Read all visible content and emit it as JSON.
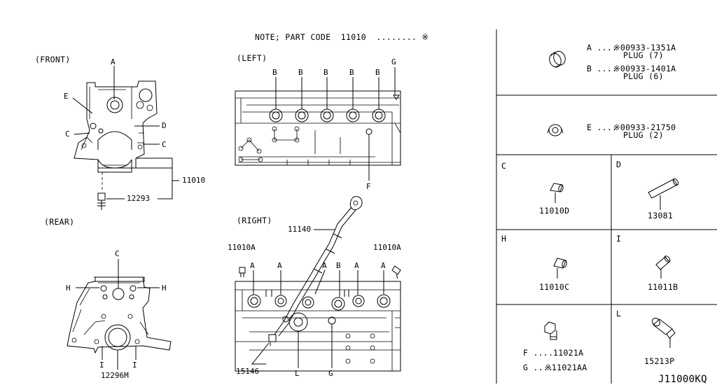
{
  "note": {
    "text": "NOTE; PART CODE  11010  ........ ※"
  },
  "views": {
    "front": "(FRONT)",
    "left": "(LEFT)",
    "rear": "(REAR)",
    "right": "(RIGHT)"
  },
  "callouts": {
    "front": {
      "A": "A",
      "E": "E",
      "C1": "C",
      "D": "D",
      "C2": "C",
      "p11010": "11010",
      "p12293": "12293"
    },
    "left": {
      "B": [
        "B",
        "B",
        "B",
        "B",
        "B"
      ],
      "G": "G",
      "F": "F"
    },
    "rear": {
      "C": "C",
      "H1": "H",
      "H2": "H",
      "I1": "I",
      "I2": "I",
      "p12296M": "12296M"
    },
    "right": {
      "p11140": "11140",
      "p11010A_1": "11010A",
      "p11010A_2": "11010A",
      "letters": [
        "A",
        "A",
        "A",
        "B",
        "A",
        "A"
      ],
      "p15146": "15146",
      "L": "L",
      "G": "G"
    }
  },
  "parts": {
    "A": {
      "key": "A ....",
      "code": "※00933-1351A",
      "desc": "PLUG (7)"
    },
    "B": {
      "key": "B ....",
      "code": "※00933-1401A",
      "desc": "PLUG (6)"
    },
    "E": {
      "key": "E ....",
      "code": "※00933-21750",
      "desc": "PLUG (2)"
    },
    "C": {
      "letter": "C",
      "code": "11010D"
    },
    "D": {
      "letter": "D",
      "code": "13081"
    },
    "H": {
      "letter": "H",
      "code": "11010C"
    },
    "I": {
      "letter": "I",
      "code": "11011B"
    },
    "F": {
      "key": "F ....",
      "code": "11021A"
    },
    "G": {
      "key": "G ....",
      "code": "※11021AA"
    },
    "L": {
      "letter": "L",
      "code": "15213P"
    }
  },
  "diagram_id": "J11000KQ"
}
